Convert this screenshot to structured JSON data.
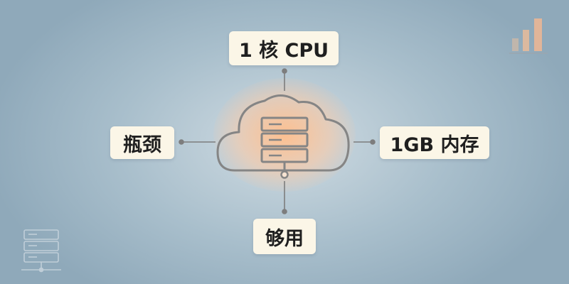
{
  "diagram": {
    "center_icon": "cloud-server-icon",
    "nodes": {
      "top": "1 核 CPU",
      "left": "瓶颈",
      "right": "1GB 内存",
      "bottom": "够用"
    }
  },
  "decorations": {
    "top_right_icon": "bar-chart-icon",
    "bottom_left_icon": "server-rack-icon"
  },
  "colors": {
    "background": "#a9bfcc",
    "label_bg": "#fbf6e7",
    "line": "#7d7d7d",
    "glow": "#ffbe8c",
    "chart_accent": "#f0b894"
  }
}
